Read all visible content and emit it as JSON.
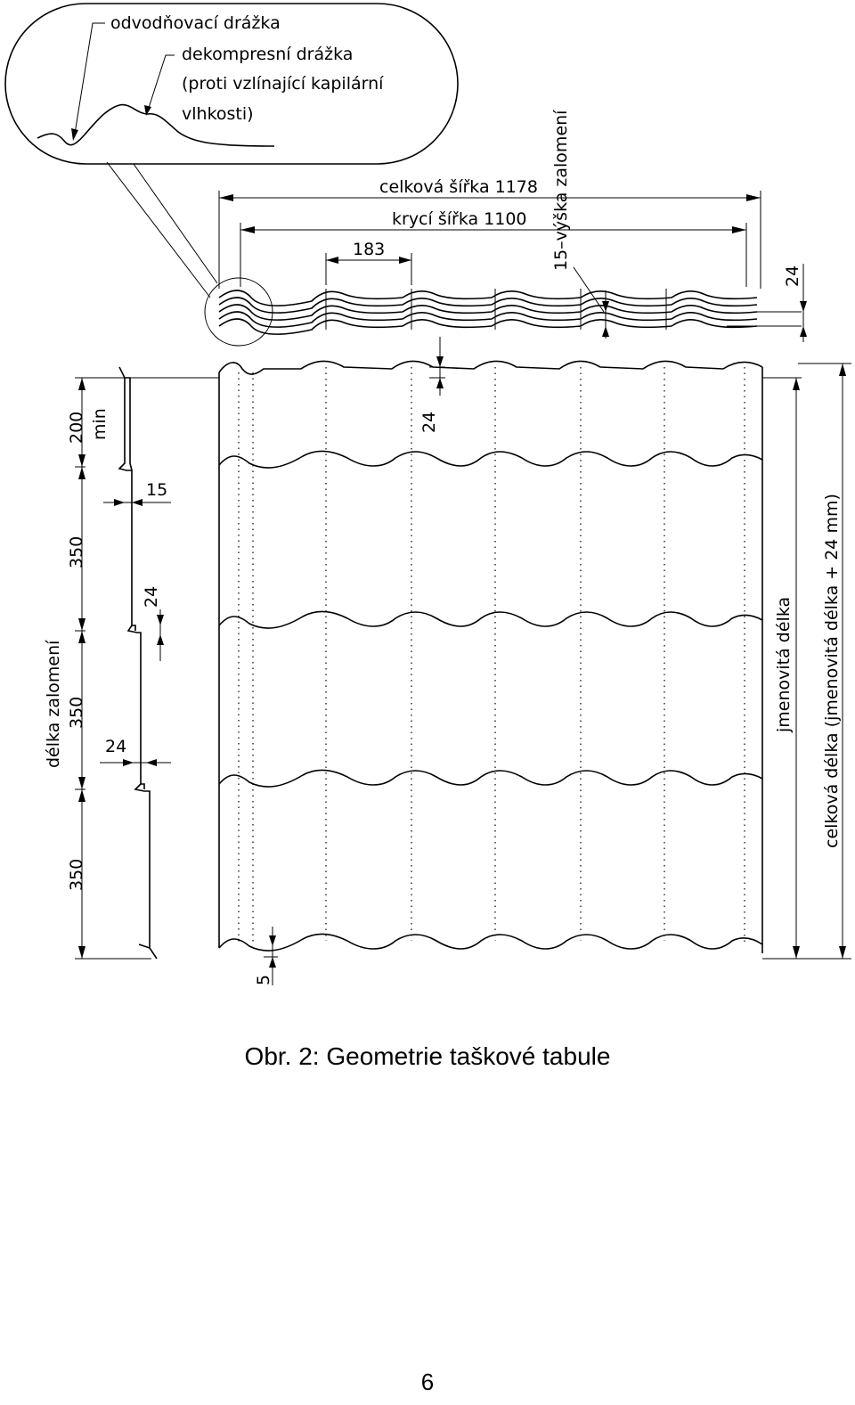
{
  "labels": {
    "groove_drain": "odvodňovací drážka",
    "groove_decompress_1": "dekompresní drážka",
    "groove_decompress_2": "(proti vzlínající kapilární",
    "groove_decompress_3": "vlhkosti)",
    "total_width": "celková šířka 1178",
    "cover_width": "krycí šířka 1100",
    "wave_pitch": "183",
    "step_height": "15–výška zalomení",
    "right_24": "24",
    "top_24": "24",
    "min_200": "200",
    "min_label": "min",
    "dim_350_a": "350",
    "dim_350_b": "350",
    "dim_350_c": "350",
    "step_length": "délka zalomení",
    "dim_15": "15",
    "dim_24_side_a": "24",
    "dim_24_side_b": "24",
    "dim_5": "5",
    "nominal_length": "jmenovitá délka",
    "total_length": "celková délka (jmenovitá délka + 24 mm)"
  },
  "caption": "Obr. 2: Geometrie taškové tabule",
  "page_number": "6"
}
